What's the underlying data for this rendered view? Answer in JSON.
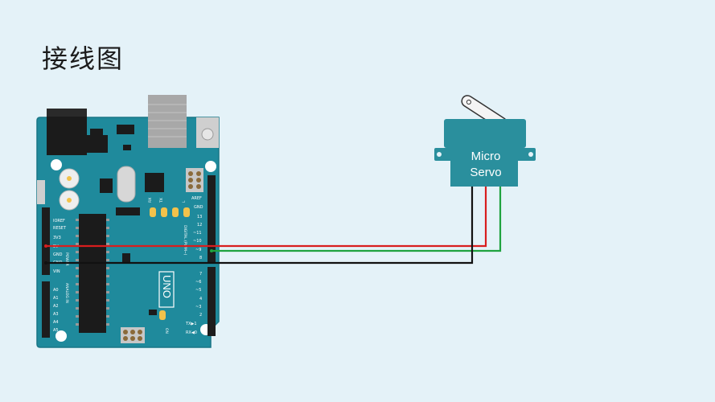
{
  "page": {
    "title": "接线图"
  },
  "board": {
    "model": "UNO",
    "left_header": [
      "IOREF",
      "RESET",
      "3V3",
      "5V",
      "GND",
      "GND",
      "VIN"
    ],
    "power_section": "POWER",
    "analog_pins": [
      "A0",
      "A1",
      "A2",
      "A3",
      "A4",
      "A5"
    ],
    "analog_section": "ANALOG IN",
    "right_top_labels": [
      "AREF",
      "GND",
      "13",
      "12",
      "~11",
      "~10",
      "~9",
      "8"
    ],
    "right_bottom_labels": [
      "7",
      "~6",
      "~5",
      "4",
      "~3",
      "2",
      "TX▶1",
      "RX◀0"
    ],
    "digital_section": "DIGITAL (PWM~)",
    "led_labels": [
      "L",
      "TX",
      "RX",
      "ON"
    ],
    "colors": {
      "board": "#1f8a9c",
      "board_edge": "#1a7686",
      "header": "#1d1d1d"
    }
  },
  "servo": {
    "label_line1": "Micro",
    "label_line2": "Servo",
    "color": "#2a8f9d"
  },
  "wires": [
    {
      "name": "power",
      "from": "5V",
      "to": "servo-red",
      "color": "#d81e1e"
    },
    {
      "name": "signal",
      "from": "~9",
      "to": "servo-signal",
      "color": "#1fa33f"
    },
    {
      "name": "ground",
      "from": "GND",
      "to": "servo-ground",
      "color": "#111111"
    }
  ]
}
